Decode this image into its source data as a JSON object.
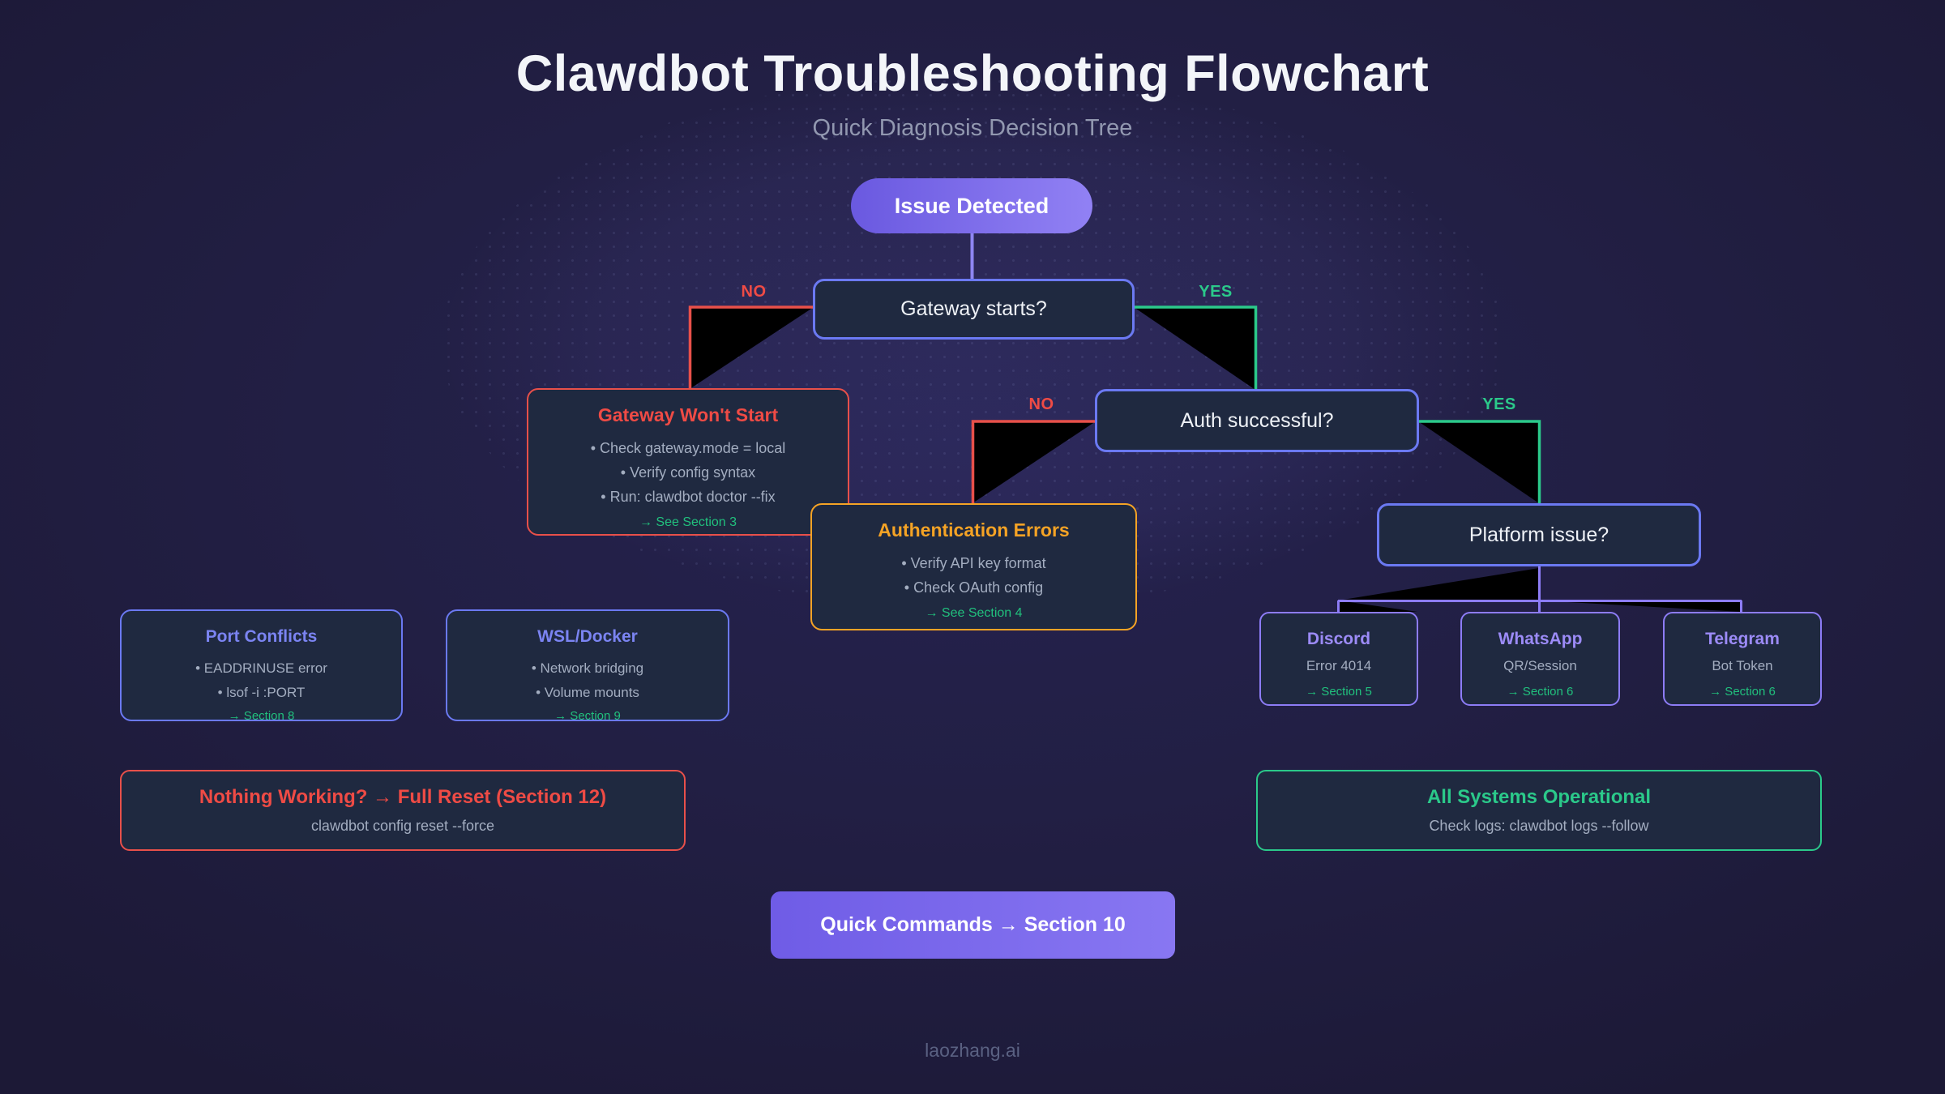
{
  "header": {
    "title": "Clawdbot Troubleshooting Flowchart",
    "subtitle": "Quick Diagnosis Decision Tree"
  },
  "palette": {
    "background": "#221f44",
    "node_fill": "#1f2940",
    "blue_border": "#6b79f2",
    "purple_border": "#8d7cf6",
    "red": "#ef4b45",
    "orange": "#f5a325",
    "green": "#2bc98a",
    "link_green": "#21c07d",
    "button_purple": "#7c6aee"
  },
  "flow": {
    "start": {
      "label": "Issue Detected"
    },
    "q_gateway": {
      "label": "Gateway starts?",
      "no": "NO",
      "yes": "YES"
    },
    "q_auth": {
      "label": "Auth successful?",
      "no": "NO",
      "yes": "YES"
    },
    "q_platform": {
      "label": "Platform issue?"
    },
    "gateway_wont_start": {
      "title": "Gateway Won't Start",
      "items": [
        "• Check gateway.mode = local",
        "• Verify config syntax",
        "• Run: clawdbot doctor --fix"
      ],
      "link": "→ See Section 3"
    },
    "auth_errors": {
      "title": "Authentication Errors",
      "items": [
        "• Verify API key format",
        "• Check OAuth config"
      ],
      "link": "→ See Section 4"
    },
    "port_conflicts": {
      "title": "Port Conflicts",
      "items": [
        "• EADDRINUSE error",
        "• lsof -i :PORT"
      ],
      "link": "→ Section 8"
    },
    "wsl_docker": {
      "title": "WSL/Docker",
      "items": [
        "• Network bridging",
        "• Volume mounts"
      ],
      "link": "→ Section 9"
    },
    "platforms": [
      {
        "title": "Discord",
        "subtitle": "Error 4014",
        "link": "→ Section 5"
      },
      {
        "title": "WhatsApp",
        "subtitle": "QR/Session",
        "link": "→ Section 6"
      },
      {
        "title": "Telegram",
        "subtitle": "Bot Token",
        "link": "→ Section 6"
      }
    ],
    "full_reset": {
      "title": "Nothing Working? → Full Reset (Section 12)",
      "subtitle": "clawdbot config reset --force"
    },
    "all_ok": {
      "title": "All Systems Operational",
      "subtitle": "Check logs: clawdbot logs --follow"
    },
    "quick": {
      "label": "Quick Commands → Section 10"
    }
  },
  "footer": {
    "brand": "laozhang.ai"
  }
}
